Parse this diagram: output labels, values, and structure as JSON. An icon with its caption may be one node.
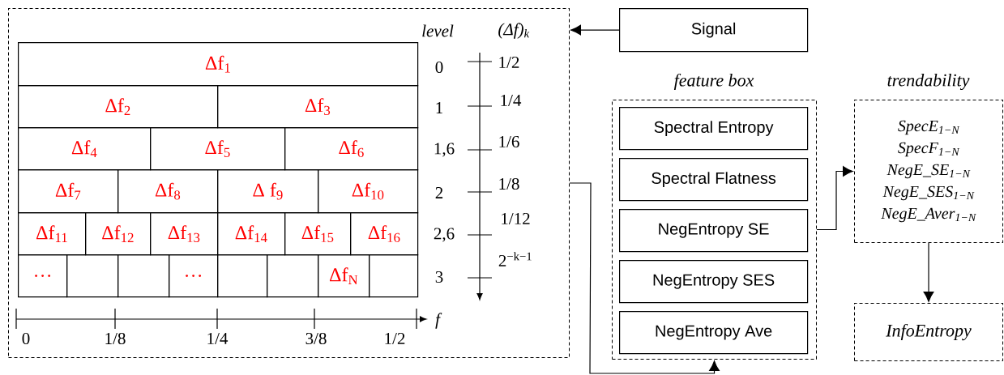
{
  "diagram": {
    "nodes": [
      {
        "text": [],
        "shape": "box"
      },
      {
        "text": [
          "Δf$_{1}$"
        ],
        "in": 0
      },
      {
        "text": [
          "Δf$_{2}$"
        ],
        "in": 0
      },
      {
        "text": [
          "Δf$_{3}$"
        ],
        "in": 0
      },
      {
        "text": [
          "Δf$_{4}$"
        ],
        "in": 0
      },
      {
        "text": [
          "Δf$_{5}$"
        ],
        "in": 0
      },
      {
        "text": [
          "Δf$_{6}$"
        ],
        "in": 0
      },
      {
        "text": [
          "Δf$_{7}$"
        ],
        "in": 0
      },
      {
        "text": [
          "Δf$_{8}$"
        ],
        "in": 0
      },
      {
        "text": [
          "Δ f$_{9}$"
        ],
        "in": 0
      },
      {
        "text": [
          "Δf$_{10}$"
        ],
        "in": 0
      },
      {
        "text": [
          "Δf$_{11}$"
        ],
        "in": 0
      },
      {
        "text": [
          "Δf$_{12}$"
        ],
        "in": 0
      },
      {
        "text": [
          "Δf$_{13}$"
        ],
        "in": 0
      },
      {
        "text": [
          "Δf$_{14}$"
        ],
        "in": 0
      },
      {
        "text": [
          "Δf$_{15}$"
        ],
        "in": 0
      },
      {
        "text": [
          "Δf$_{16}$"
        ],
        "in": 0
      },
      {
        "text": [
          "…"
        ],
        "in": 0
      },
      {
        "text": [],
        "shape": "box",
        "in": 0
      },
      {
        "text": [],
        "shape": "box",
        "in": 0
      },
      {
        "text": [
          "…"
        ],
        "in": 0
      },
      {
        "text": [],
        "shape": "box",
        "in": 0
      },
      {
        "text": [],
        "shape": "box",
        "in": 0
      },
      {
        "text": [
          "Δf$_{N}$"
        ],
        "in": 0
      },
      {
        "text": [],
        "shape": "box",
        "in": 0
      },
      {
        "text": [
          "Signal"
        ]
      },
      {
        "text": [
          "feature box"
        ]
      },
      {
        "text": [
          "Spectral Entropy"
        ],
        "in": 26
      },
      {
        "text": [
          "Spectral Flatness"
        ],
        "in": 26
      },
      {
        "text": [
          "NegEntropy SE"
        ],
        "in": 26
      },
      {
        "text": [
          "NegEntropy SES"
        ],
        "in": 26
      },
      {
        "text": [
          "NegEntropy Ave"
        ],
        "in": 26
      },
      {
        "text": [
          "trendability",
          "SpecE$_{1−N}$",
          "SpecF$_{1−N}$",
          "NegE_SE$_{1−N}$",
          "NegE_SES$_{1−N}$",
          "NegE_Aver$_{1−N}$"
        ]
      },
      {
        "text": [
          "InfoEntropy"
        ]
      }
    ],
    "edges": [
      {
        "from": 25,
        "to": 0,
        "arrow": "to"
      },
      {
        "from": 0,
        "to": 26,
        "arrow": "to"
      },
      {
        "from": 26,
        "to": 32,
        "arrow": "to"
      },
      {
        "from": 32,
        "to": 33,
        "arrow": "to"
      }
    ],
    "labels": [
      "level",
      "(Δf)$_{k}$",
      "0",
      "1/2",
      "1",
      "1/4",
      "1,6",
      "1/6",
      "2",
      "1/8",
      "2,6",
      "1/12",
      "3",
      "2$^{−k−1}$",
      "0",
      "1/8",
      "1/4",
      "3/8",
      "1/2",
      "f"
    ]
  }
}
